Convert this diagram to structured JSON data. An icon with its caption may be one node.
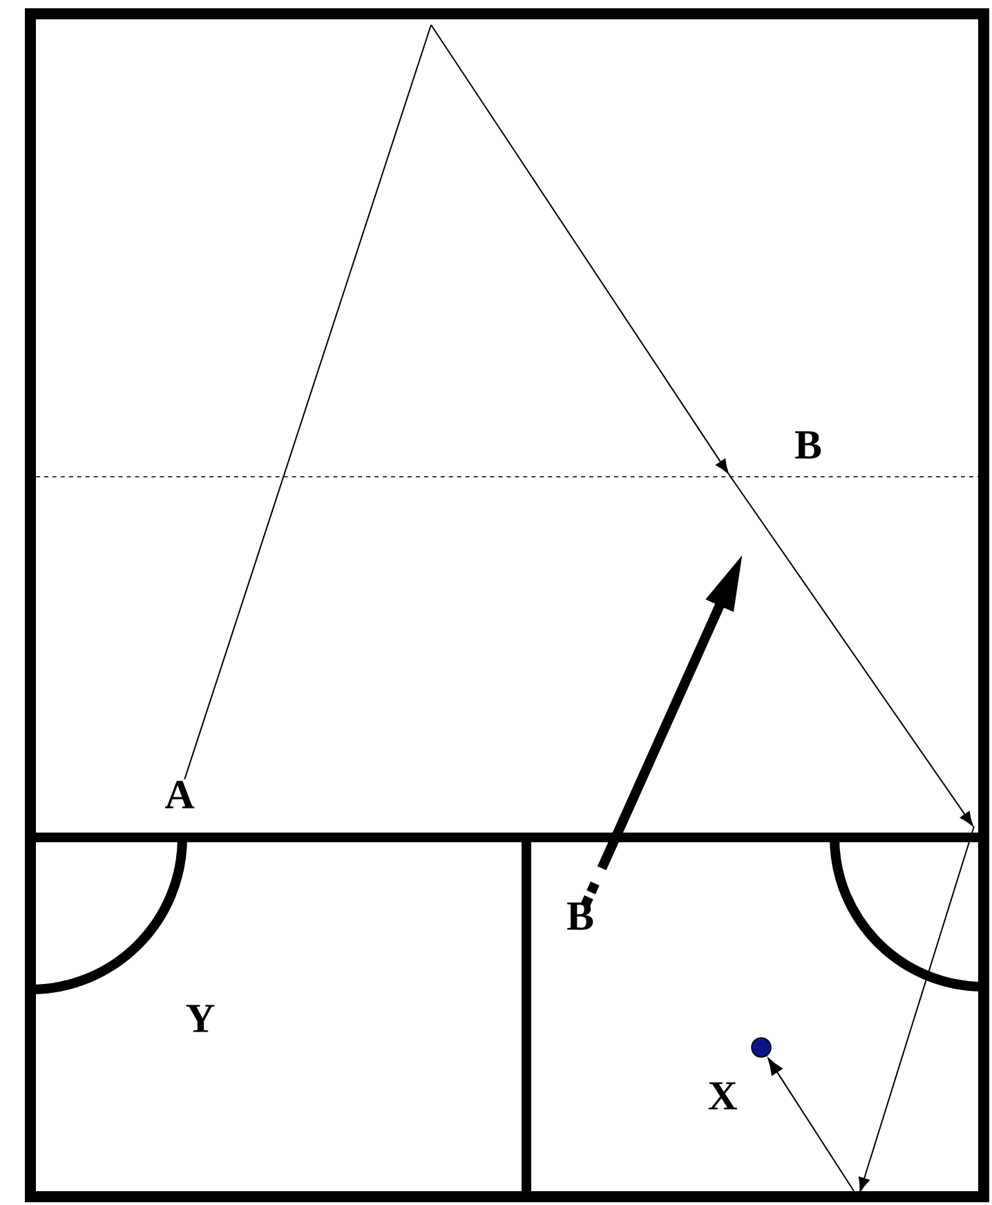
{
  "diagram": {
    "nodes": [
      {
        "text": [
          "A"
        ]
      },
      {
        "text": [
          "B"
        ]
      },
      {
        "text": [],
        "shape": "circle"
      }
    ],
    "edges": [
      {
        "from": 0,
        "to": null,
        "arrow": "none"
      },
      {
        "from": 1,
        "to": null,
        "arrow": "to",
        "style": "thick"
      },
      {
        "from": null,
        "to": 2,
        "arrow": "to"
      }
    ],
    "labels": [
      "B",
      "Y",
      "X"
    ]
  }
}
